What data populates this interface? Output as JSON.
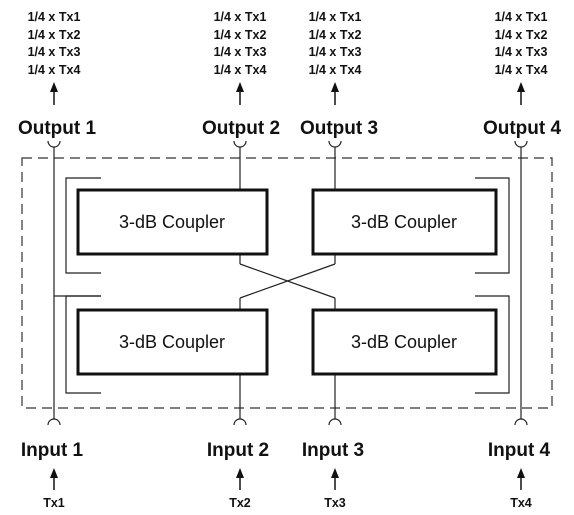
{
  "outputs": [
    {
      "label": "Output 1",
      "signals": [
        "1/4 x Tx1",
        "1/4 x Tx2",
        "1/4 x Tx3",
        "1/4 x Tx4"
      ]
    },
    {
      "label": "Output 2",
      "signals": [
        "1/4 x Tx1",
        "1/4 x Tx2",
        "1/4 x Tx3",
        "1/4 x Tx4"
      ]
    },
    {
      "label": "Output 3",
      "signals": [
        "1/4 x Tx1",
        "1/4 x Tx2",
        "1/4 x Tx3",
        "1/4 x Tx4"
      ]
    },
    {
      "label": "Output 4",
      "signals": [
        "1/4 x Tx1",
        "1/4 x Tx2",
        "1/4 x Tx3",
        "1/4 x Tx4"
      ]
    }
  ],
  "inputs": [
    {
      "label": "Input 1",
      "signal": "Tx1"
    },
    {
      "label": "Input 2",
      "signal": "Tx2"
    },
    {
      "label": "Input 3",
      "signal": "Tx3"
    },
    {
      "label": "Input 4",
      "signal": "Tx4"
    }
  ],
  "couplers": [
    {
      "label": "3-dB Coupler"
    },
    {
      "label": "3-dB Coupler"
    },
    {
      "label": "3-dB Coupler"
    },
    {
      "label": "3-dB Coupler"
    }
  ]
}
